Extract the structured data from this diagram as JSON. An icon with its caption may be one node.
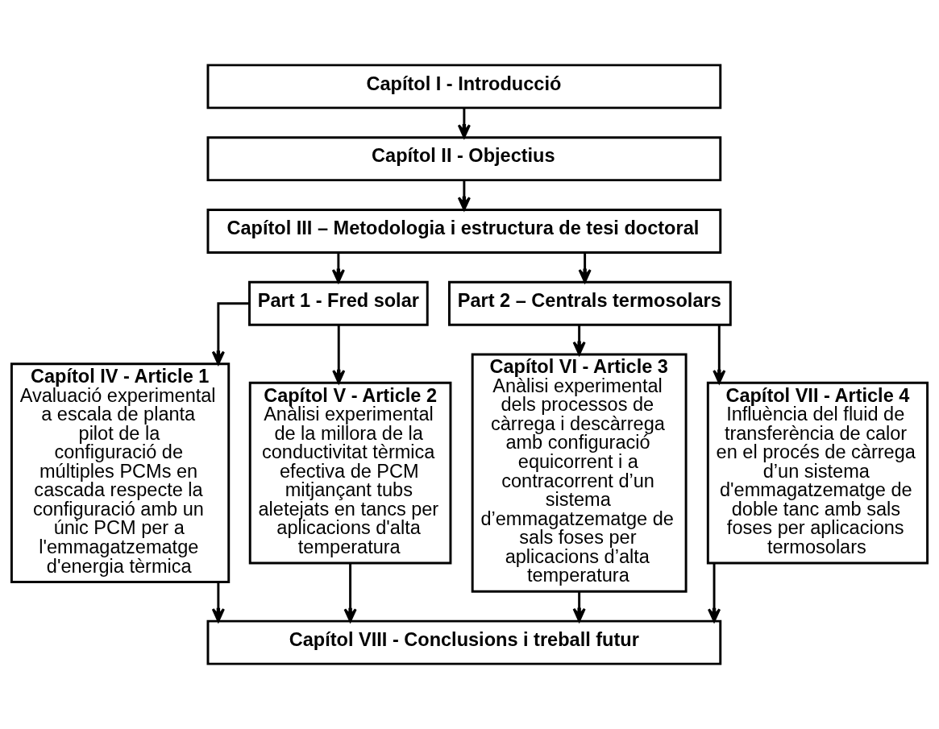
{
  "diagram": {
    "nodes": [
      {
        "text": [
          "Capítol I - Introducció"
        ]
      },
      {
        "text": [
          "Capítol II - Objectius"
        ]
      },
      {
        "text": [
          "Capítol III – Metodologia i estructura de tesi doctoral"
        ]
      },
      {
        "text": [
          "Part 1 - Fred solar"
        ]
      },
      {
        "text": [
          "Part 2 – Centrals termosolars"
        ]
      },
      {
        "text": [
          "Capítol IV - Article 1",
          "Avaluació experimental a escala de planta pilot de la configuració de múltiples PCMs en cascada respecte la configuració amb un únic PCM per a l'emmagatzematge d'energia tèrmica"
        ]
      },
      {
        "text": [
          "Capítol V - Article 2",
          "Anàlisi experimental de la millora de la conductivitat tèrmica efectiva de PCM mitjançant tubs aletejats en tancs per aplicacions d'alta temperatura"
        ]
      },
      {
        "text": [
          "Capítol VI - Article 3",
          "Anàlisi experimental dels processos de càrrega i descàrrega amb configuració equicorrent i a contracorrent d’un sistema d’emmagatzematge de sals foses per aplicacions d’alta temperatura"
        ]
      },
      {
        "text": [
          "Capítol VII - Article 4",
          "Influència del fluid de transferència de calor en el procés de càrrega d’un sistema d'emmagatzematge de doble tanc amb sals foses per aplicacions termosolars"
        ]
      },
      {
        "text": [
          "Capítol VIII - Conclusions i treball futur"
        ]
      }
    ],
    "edges": [
      {
        "from": 0,
        "to": 1,
        "arrow": "to"
      },
      {
        "from": 1,
        "to": 2,
        "arrow": "to"
      },
      {
        "from": 2,
        "to": 3,
        "arrow": "to"
      },
      {
        "from": 2,
        "to": 4,
        "arrow": "to"
      },
      {
        "from": 3,
        "to": 5,
        "arrow": "to"
      },
      {
        "from": 3,
        "to": 6,
        "arrow": "to"
      },
      {
        "from": 4,
        "to": 7,
        "arrow": "to"
      },
      {
        "from": 4,
        "to": 8,
        "arrow": "to"
      },
      {
        "from": 5,
        "to": 9,
        "arrow": "to"
      },
      {
        "from": 6,
        "to": 9,
        "arrow": "to"
      },
      {
        "from": 7,
        "to": 9,
        "arrow": "to"
      },
      {
        "from": 8,
        "to": 9,
        "arrow": "to"
      }
    ]
  }
}
